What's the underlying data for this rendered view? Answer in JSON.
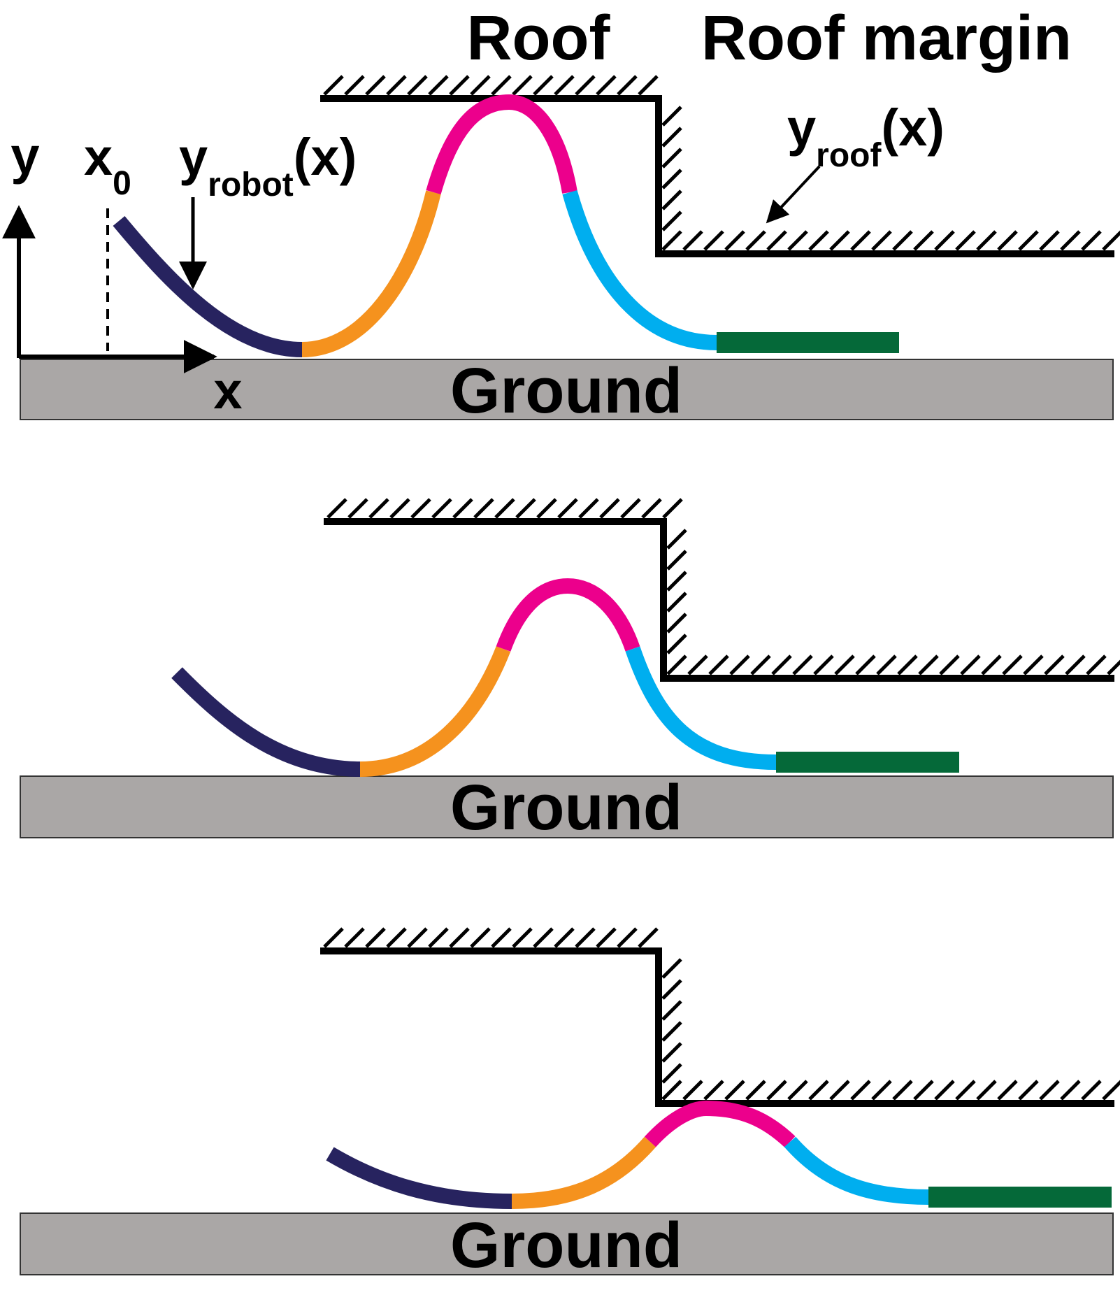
{
  "labels": {
    "roof": "Roof",
    "roof_margin": "Roof margin",
    "y_axis": "y",
    "x_axis": "x",
    "x0_main": "x",
    "x0_sub": "0",
    "y_robot_main": "y",
    "y_robot_sub": "robot",
    "y_robot_paren": "(x)",
    "y_roof_main": "y",
    "y_roof_sub": "roof",
    "y_roof_paren": "(x)",
    "ground": "Ground"
  },
  "colors": {
    "tail": "#27235f",
    "rear": "#f5921e",
    "peak": "#ec008c",
    "front": "#00aeef",
    "head": "#056939",
    "ground_fill": "#aaa7a6",
    "roof_line": "#000000"
  },
  "panels": [
    {
      "name": "panel-1",
      "ground_label": "Ground"
    },
    {
      "name": "panel-2",
      "ground_label": "Ground"
    },
    {
      "name": "panel-3",
      "ground_label": "Ground"
    }
  ]
}
